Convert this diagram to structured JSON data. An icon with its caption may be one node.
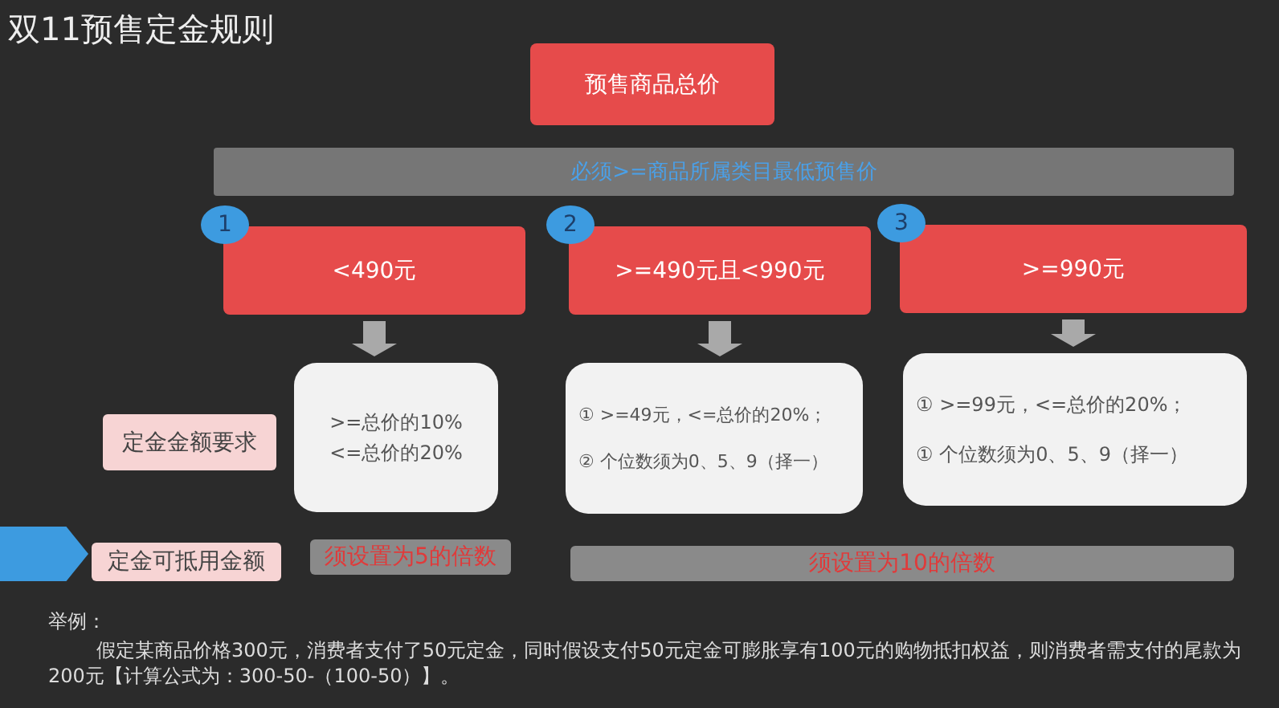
{
  "diagram": {
    "title": "双11预售定金规则",
    "nodes": [
      {
        "text": [
          "预售商品总价"
        ]
      },
      {
        "text": [
          "必须>=商品所属类目最低预售价"
        ]
      },
      {
        "text": [
          "<490元"
        ],
        "beside": [
          "1"
        ]
      },
      {
        "text": [
          ">=490元且<990元"
        ],
        "beside": [
          "2"
        ]
      },
      {
        "text": [
          ">=990元"
        ],
        "beside": [
          "3"
        ]
      },
      {
        "text": [
          "定金金额要求"
        ]
      },
      {
        "text": [
          ">=总价的10%",
          "<=总价的20%"
        ]
      },
      {
        "text": [
          "① >=49元，<=总价的20%；",
          "② 个位数须为0、5、9（择一）"
        ]
      },
      {
        "text": [
          "① >=99元，<=总价的20%；",
          "① 个位数须为0、5、9（择一）"
        ]
      },
      {
        "text": [],
        "shape": "box"
      },
      {
        "text": [
          "定金可抵用金额"
        ]
      },
      {
        "text": [
          "须设置为5的倍数"
        ]
      },
      {
        "text": [
          "须设置为10的倍数"
        ]
      }
    ],
    "edges": [
      {
        "from": 2,
        "to": 6,
        "arrow": "to"
      },
      {
        "from": 3,
        "to": 7,
        "arrow": "to"
      },
      {
        "from": 4,
        "to": 8,
        "arrow": "to"
      }
    ],
    "labels": [
      "举例：",
      "假定某商品价格300元，消费者支付了50元定金，同时假设支付50元定金可膨胀享有100元的购物抵扣权益，则消费者需支付的尾款为200元【计算公式为：300-50-（100-50）】。"
    ]
  }
}
